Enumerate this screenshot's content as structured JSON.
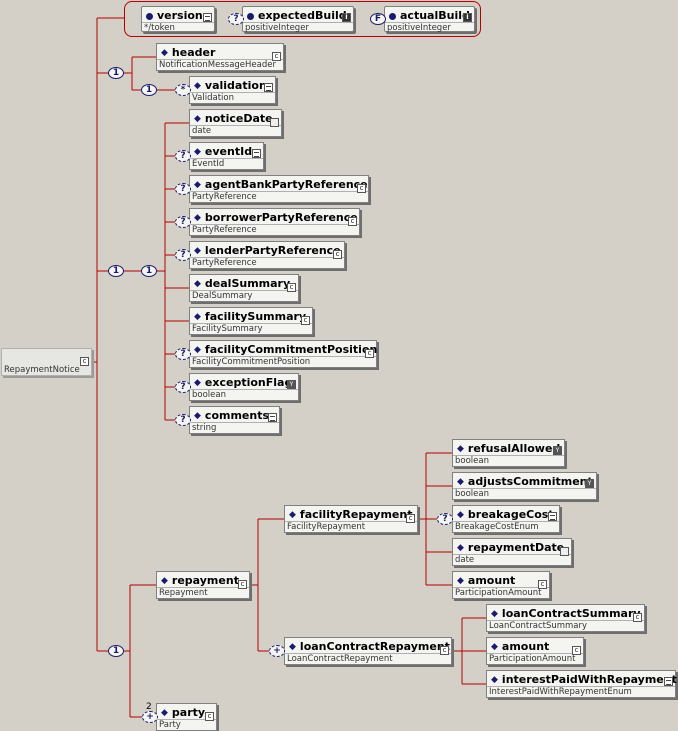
{
  "colors": {
    "connector": "#b40000",
    "background": "#d4d0c8",
    "cardinality": "#1a1a6e"
  },
  "root": {
    "name": "RepaymentNotice"
  },
  "attributes": [
    {
      "name": "version",
      "type": "*/token",
      "icon": "simple-type-icon"
    },
    {
      "name": "expectedBuild",
      "type": "positiveInteger",
      "marker": "?",
      "icon": "integer-type-icon"
    },
    {
      "name": "actualBuild",
      "type": "positiveInteger",
      "marker": "F",
      "icon": "integer-type-icon"
    }
  ],
  "compositors": [
    "1",
    "1",
    "1",
    "1"
  ],
  "header_group": [
    {
      "name": "header",
      "type": "NotificationMessageHeader"
    },
    {
      "name": "validation",
      "type": "Validation",
      "marker": "*"
    }
  ],
  "main_group": [
    {
      "name": "noticeDate",
      "type": "date"
    },
    {
      "name": "eventId",
      "type": "EventId",
      "marker": "?"
    },
    {
      "name": "agentBankPartyReference",
      "type": "PartyReference",
      "marker": "?"
    },
    {
      "name": "borrowerPartyReference",
      "type": "PartyReference",
      "marker": "?"
    },
    {
      "name": "lenderPartyReference",
      "type": "PartyReference",
      "marker": "?"
    },
    {
      "name": "dealSummary",
      "type": "DealSummary"
    },
    {
      "name": "facilitySummary",
      "type": "FacilitySummary"
    },
    {
      "name": "facilityCommitmentPosition",
      "type": "FacilityCommitmentPosition",
      "marker": "?"
    },
    {
      "name": "exceptionFlag",
      "type": "boolean",
      "marker": "?"
    },
    {
      "name": "comments",
      "type": "string",
      "marker": "?"
    }
  ],
  "repayment": {
    "name": "repayment",
    "type": "Repayment"
  },
  "party": {
    "name": "party",
    "type": "Party",
    "marker": "+",
    "multiplicity": "2"
  },
  "facility_repayment": {
    "name": "facilityRepayment",
    "type": "FacilityRepayment"
  },
  "loan_contract_repayment": {
    "name": "loanContractRepayment",
    "type": "LoanContractRepayment",
    "marker": "+"
  },
  "facility_children": [
    {
      "name": "refusalAllowed",
      "type": "boolean"
    },
    {
      "name": "adjustsCommitment",
      "type": "boolean"
    },
    {
      "name": "breakageCost",
      "type": "BreakageCostEnum",
      "marker": "?"
    },
    {
      "name": "repaymentDate",
      "type": "date"
    },
    {
      "name": "amount",
      "type": "ParticipationAmount"
    }
  ],
  "loan_children": [
    {
      "name": "loanContractSummary",
      "type": "LoanContractSummary"
    },
    {
      "name": "amount",
      "type": "ParticipationAmount"
    },
    {
      "name": "interestPaidWithRepayment",
      "type": "InterestPaidWithRepaymentEnum"
    }
  ]
}
